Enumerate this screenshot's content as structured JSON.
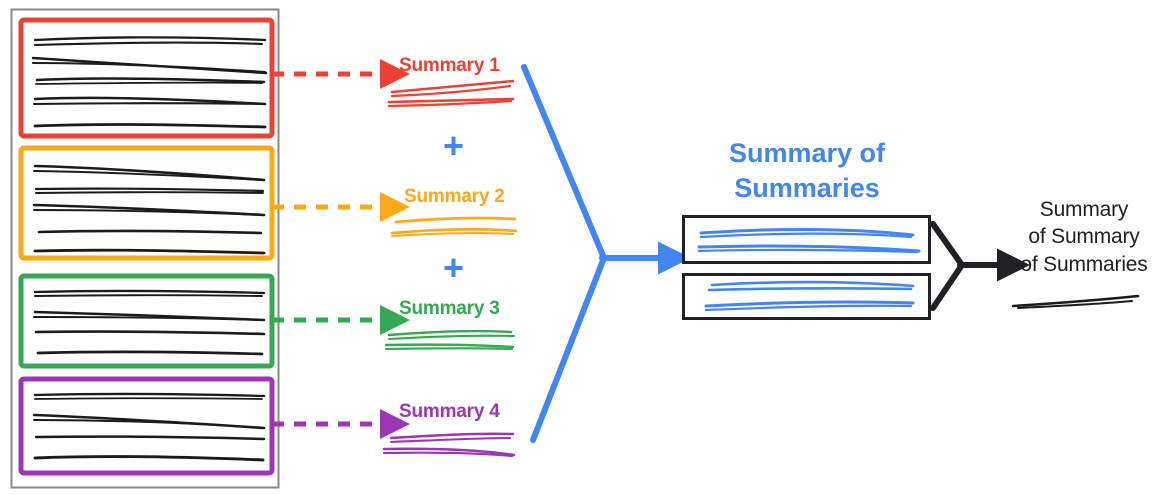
{
  "diagram": {
    "title": "Hierarchical map-reduce summarization diagram",
    "colors": {
      "red": "#EA4335",
      "orange": "#FBA919",
      "green": "#34A853",
      "purple": "#9C35B8",
      "blue": "#4285F4",
      "black": "#202124",
      "gray_border": "#9E9E9E"
    },
    "source_container": {
      "name": "document-container",
      "chunks": [
        {
          "id": "chunk-1",
          "color_key": "red",
          "color": "#EA4335",
          "lines": 5
        },
        {
          "id": "chunk-2",
          "color_key": "orange",
          "color": "#FBA919",
          "lines": 5
        },
        {
          "id": "chunk-3",
          "color_key": "green",
          "color": "#34A853",
          "lines": 4
        },
        {
          "id": "chunk-4",
          "color_key": "purple",
          "color": "#9C35B8",
          "lines": 4
        }
      ]
    },
    "summaries": [
      {
        "label": "Summary 1",
        "color": "#EA4335",
        "arrow": "dashed-arrow-red",
        "scribble_lines": 4
      },
      {
        "label": "Summary 2",
        "color": "#FBA919",
        "arrow": "dashed-arrow-orange",
        "scribble_lines": 3
      },
      {
        "label": "Summary 3",
        "color": "#34A853",
        "arrow": "dashed-arrow-green",
        "scribble_lines": 4
      },
      {
        "label": "Summary 4",
        "color": "#9C35B8",
        "arrow": "dashed-arrow-purple",
        "scribble_lines": 4
      }
    ],
    "operators": [
      {
        "symbol": "+",
        "color": "#4285F4"
      },
      {
        "symbol": "+",
        "color": "#4285F4"
      }
    ],
    "merge_blue": {
      "name": "blue-merge-arrow",
      "color": "#4285F4"
    },
    "summary_of_summaries": {
      "title_line_1": "Summary of",
      "title_line_2": "Summaries",
      "color": "#4285F4",
      "boxes": [
        {
          "id": "sos-box-1",
          "scribble_lines": 2
        },
        {
          "id": "sos-box-2",
          "scribble_lines": 2
        }
      ]
    },
    "merge_black": {
      "name": "black-merge-arrow",
      "color": "#202124"
    },
    "final_output": {
      "line_1": "Summary",
      "line_2": "of Summary",
      "line_3": "of Summaries",
      "color": "#202124",
      "scribble_lines": 1
    }
  }
}
